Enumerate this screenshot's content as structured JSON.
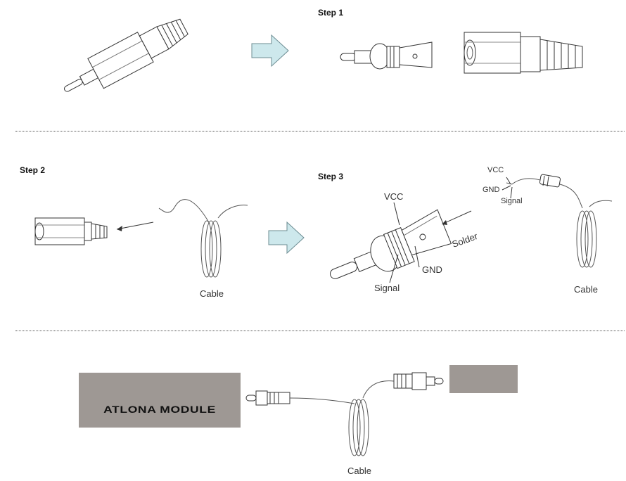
{
  "steps": {
    "step1": "Step 1",
    "step2": "Step 2",
    "step3": "Step 3"
  },
  "labels": {
    "cable": "Cable",
    "vcc": "VCC",
    "gnd": "GND",
    "signal": "Signal",
    "solder": "Solder"
  },
  "module": {
    "name": "ATLONA MODULE"
  },
  "colors": {
    "arrow_fill": "#cde8ec",
    "arrow_stroke": "#6c8c92",
    "module_box": "#9e9894"
  }
}
